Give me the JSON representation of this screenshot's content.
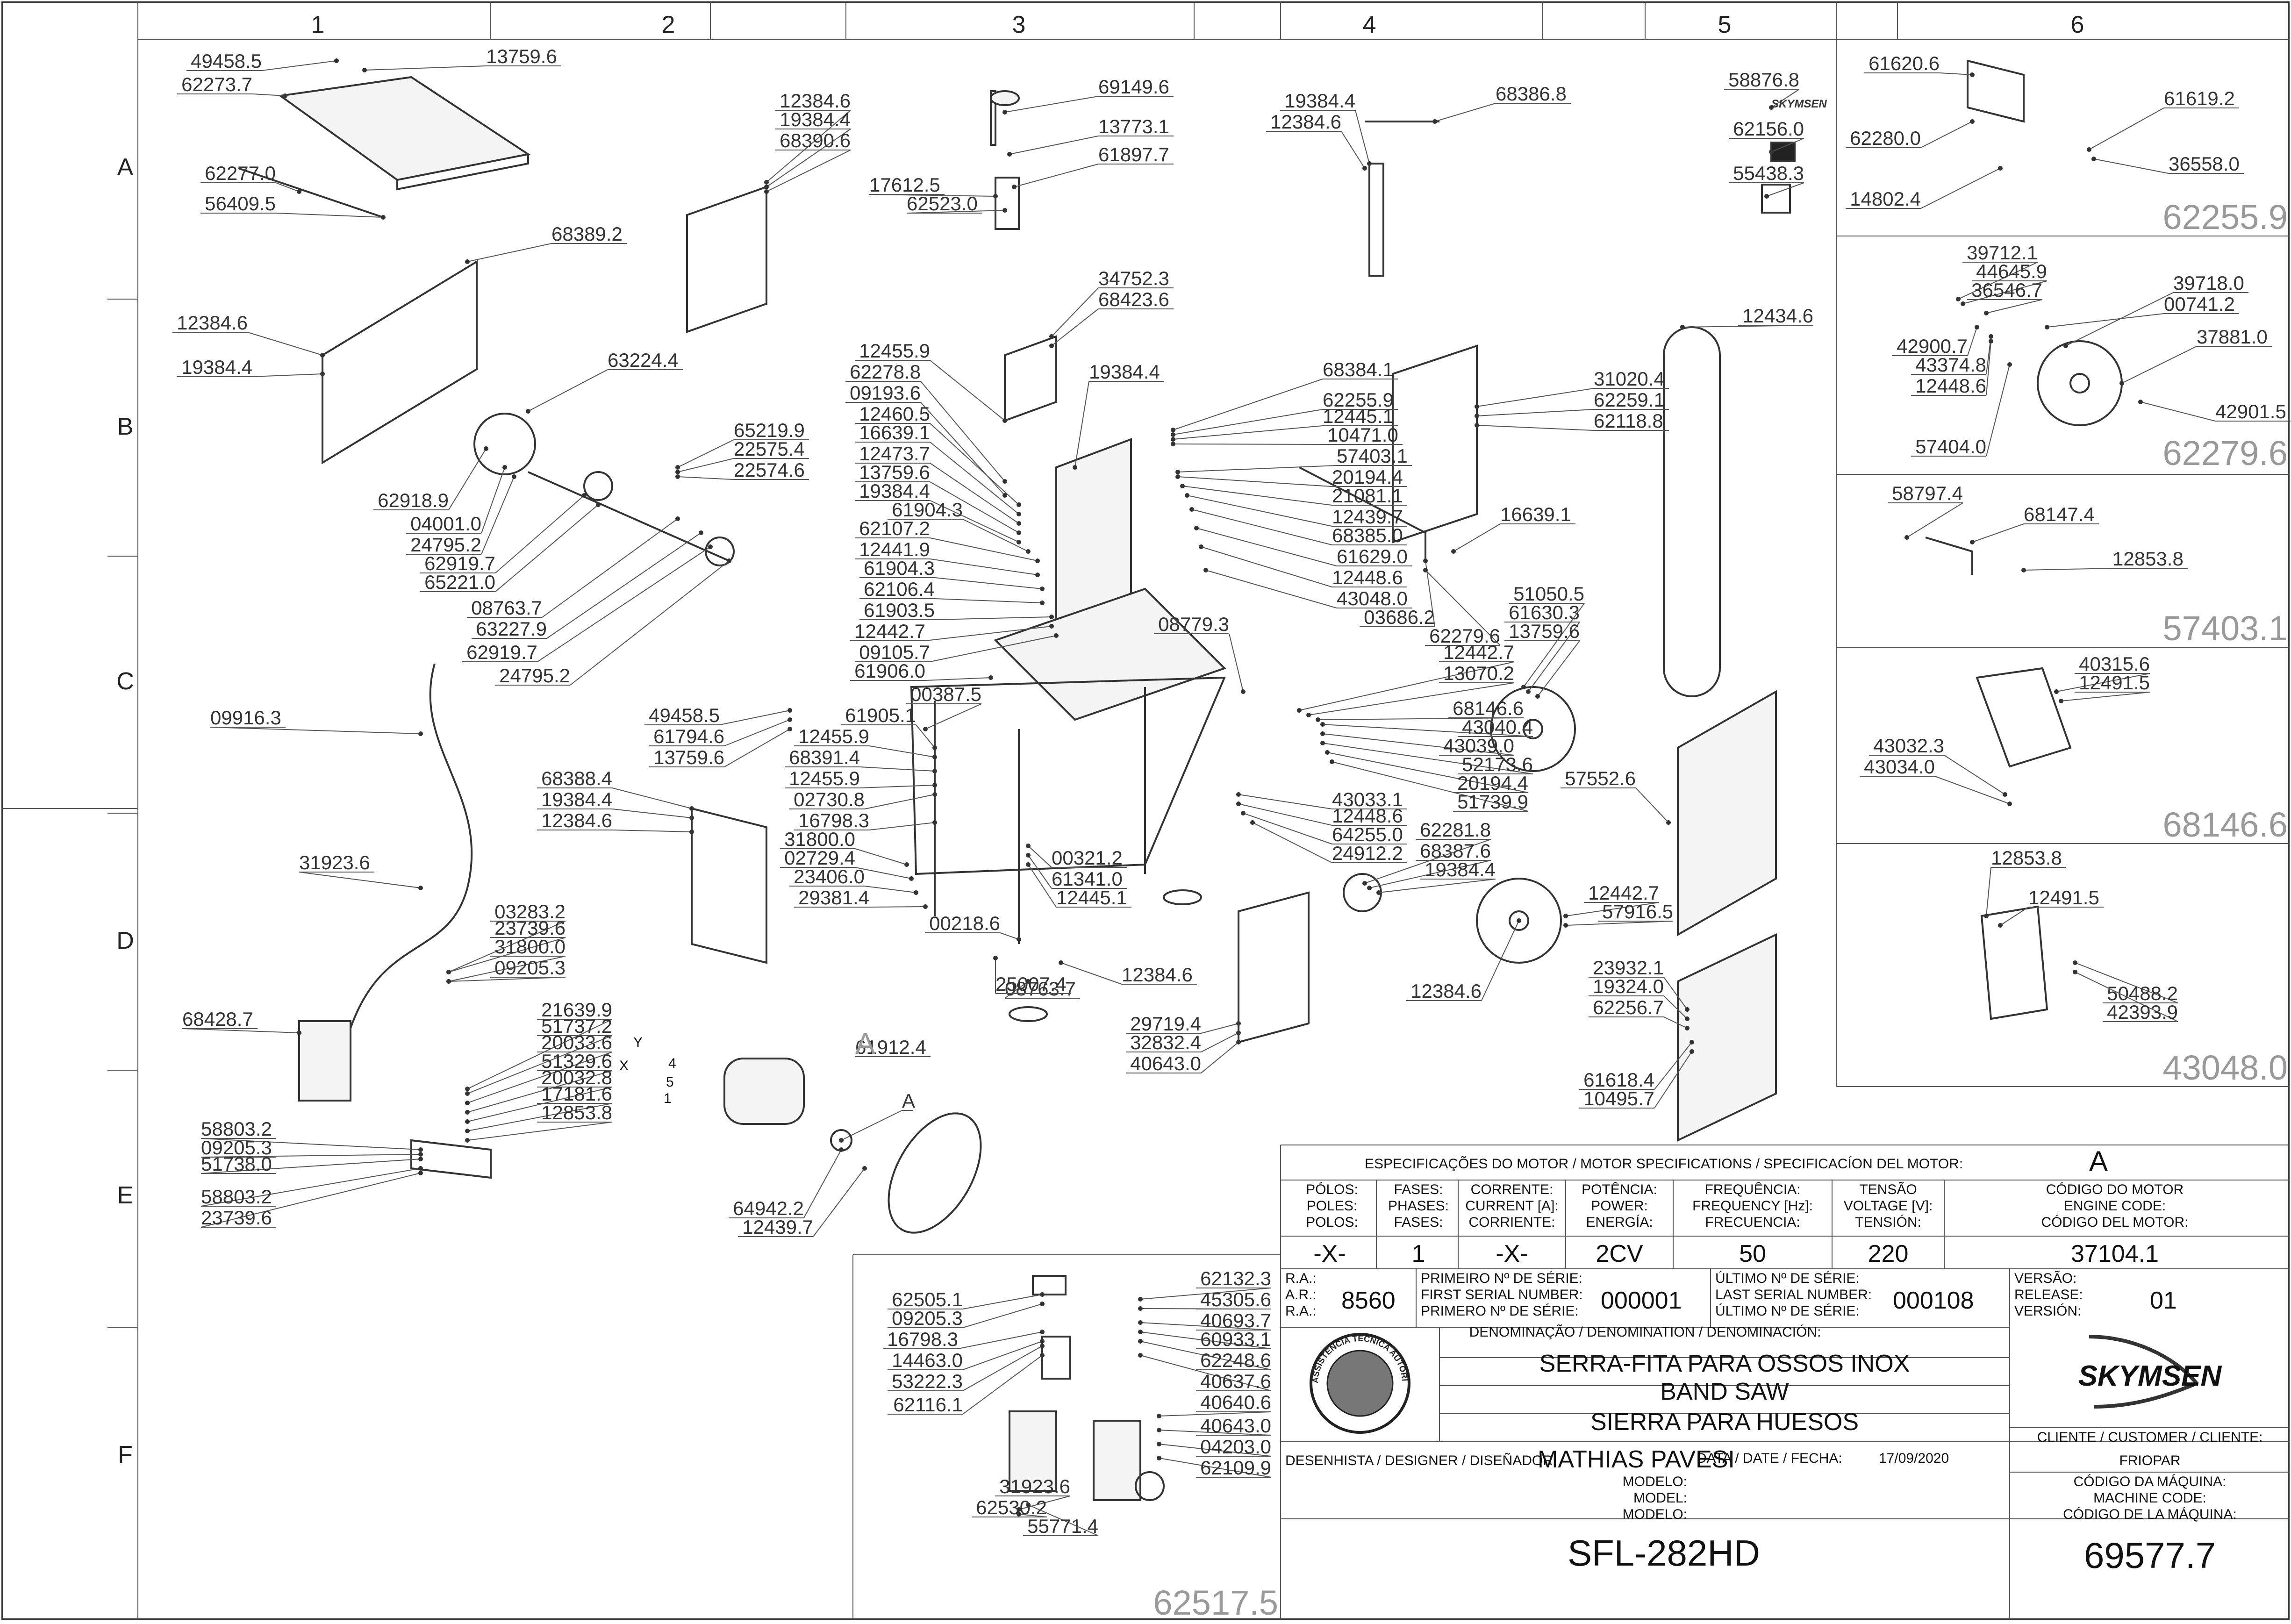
{
  "grid": {
    "cols": [
      "1",
      "2",
      "3",
      "4",
      "5",
      "6"
    ],
    "rows": [
      "A",
      "B",
      "C",
      "D",
      "E",
      "F"
    ]
  },
  "callouts": [
    "49458.5",
    "13759.6",
    "62273.7",
    "62277.0",
    "56409.5",
    "68389.2",
    "12384.6",
    "19384.4",
    "63224.4",
    "65219.9",
    "22575.4",
    "22574.6",
    "62918.9",
    "04001.0",
    "24795.2",
    "62919.7",
    "65221.0",
    "08763.7",
    "63227.9",
    "62919.7",
    "24795.2",
    "09916.3",
    "49458.5",
    "61794.6",
    "13759.6",
    "68388.4",
    "19384.4",
    "12384.6",
    "31923.6",
    "03283.2",
    "23739.6",
    "31800.0",
    "09205.3",
    "68428.7",
    "21639.9",
    "51737.2",
    "20033.6",
    "51329.6",
    "20032.8",
    "17181.6",
    "12853.8",
    "58803.2",
    "09205.3",
    "51738.0",
    "58803.2",
    "23739.6",
    "12384.6",
    "19384.4",
    "68390.6",
    "69149.6",
    "13773.1",
    "61897.7",
    "17612.5",
    "62523.0",
    "34752.3",
    "68423.6",
    "12455.9",
    "62278.8",
    "09193.6",
    "12460.5",
    "16639.1",
    "12473.7",
    "13759.6",
    "19384.4",
    "61904.3",
    "62107.2",
    "12441.9",
    "61904.3",
    "62106.4",
    "61903.5",
    "12442.7",
    "09105.7",
    "61906.0",
    "00387.5",
    "61905.1",
    "12455.9",
    "68391.4",
    "12455.9",
    "02730.8",
    "16798.3",
    "31800.0",
    "02729.4",
    "23406.0",
    "29381.4",
    "00218.6",
    "08763.7",
    "00321.2",
    "61341.0",
    "12445.1",
    "12384.6",
    "19384.4",
    "68384.1",
    "62255.9",
    "12445.1",
    "10471.0",
    "57403.1",
    "20194.4",
    "21081.1",
    "12439.7",
    "68385.0",
    "61629.0",
    "12448.6",
    "43048.0",
    "08779.3",
    "43033.1",
    "12448.6",
    "64255.0",
    "24912.2",
    "25007.4",
    "A",
    "64942.2",
    "12439.7",
    "61912.4",
    "19384.4",
    "12384.6",
    "68386.8",
    "31020.4",
    "62259.1",
    "62118.8",
    "16639.1",
    "03686.2",
    "62279.6",
    "51050.5",
    "61630.3",
    "13759.6",
    "12442.7",
    "13070.2",
    "68146.6",
    "43040.4",
    "43039.0",
    "52173.6",
    "20194.4",
    "51739.9",
    "62281.8",
    "68387.6",
    "19384.4",
    "12384.6",
    "29719.4",
    "32832.4",
    "40643.0",
    "58876.8",
    "62156.0",
    "55438.3",
    "12434.6",
    "57552.6",
    "12442.7",
    "57916.5",
    "23932.1",
    "19324.0",
    "62256.7",
    "61618.4",
    "10495.7",
    "61620.6",
    "61619.2",
    "62280.0",
    "36558.0",
    "14802.4",
    "39712.1",
    "44645.9",
    "39718.0",
    "36546.7",
    "00741.2",
    "37881.0",
    "42900.7",
    "42901.5",
    "43374.8",
    "12448.6",
    "57404.0",
    "58797.4",
    "68147.4",
    "12853.8",
    "40315.6",
    "12491.5",
    "43032.3",
    "43034.0",
    "12853.8",
    "12491.5",
    "50488.2",
    "42393.9",
    "62505.1",
    "09205.3",
    "16798.3",
    "14463.0",
    "53222.3",
    "62116.1",
    "62132.3",
    "45305.6",
    "40693.7",
    "60933.1",
    "62248.6",
    "40637.6",
    "40640.6",
    "40643.0",
    "04203.0",
    "62109.9",
    "31923.6",
    "62530.2",
    "55771.4"
  ],
  "motor_label": "A",
  "wire_labels": [
    "Y",
    "X",
    "4",
    "5",
    "1"
  ],
  "panel_watermarks": [
    "62255.9",
    "62279.6",
    "57403.1",
    "68146.6",
    "43048.0",
    "62517.5"
  ],
  "brand_small": "SKYMSEN",
  "title_block": {
    "spec_header": "ESPECIFICAÇÕES DO MOTOR / MOTOR SPECIFICATIONS / SPECIFICACÍON DEL MOTOR:",
    "motor_code_letter": "A",
    "col_polos": [
      "PÓLOS:",
      "POLES:",
      "POLOS:"
    ],
    "col_fases": [
      "FASES:",
      "PHASES:",
      "FASES:"
    ],
    "col_corrente": [
      "CORRENTE:",
      "CURRENT [A]:",
      "CORRIENTE:"
    ],
    "col_potencia": [
      "POTÊNCIA:",
      "POWER:",
      "ENERGÍA:"
    ],
    "col_frequencia": [
      "FREQUÊNCIA:",
      "FREQUENCY [Hz]:",
      "FRECUENCIA:"
    ],
    "col_tensao": [
      "TENSÃO",
      "VOLTAGE [V]:",
      "TENSIÓN:"
    ],
    "col_codigo": [
      "CÓDIGO DO MOTOR",
      "ENGINE CODE:",
      "CÓDIGO DEL MOTOR:"
    ],
    "val_polos": "-X-",
    "val_fases": "1",
    "val_corrente": "-X-",
    "val_potencia": "2CV",
    "val_frequencia": "50",
    "val_tensao": "220",
    "val_codigo": "37104.1",
    "ra_labels": [
      "R.A.:",
      "A.R.:",
      "R.A.:"
    ],
    "ra_value": "8560",
    "first_serial_labels": [
      "PRIMEIRO Nº DE SÉRIE:",
      "FIRST SERIAL NUMBER:",
      "PRIMERO Nº DE SÉRIE:"
    ],
    "first_serial": "000001",
    "last_serial_labels": [
      "ÚLTIMO Nº DE SÉRIE:",
      "LAST SERIAL NUMBER:",
      "ÚLTIMO Nº DE SÉRIE:"
    ],
    "last_serial": "000108",
    "version_labels": [
      "VERSÃO:",
      "RELEASE:",
      "VERSIÓN:"
    ],
    "version": "01",
    "denomination_header": "DENOMINAÇÃO / DENOMINATION / DENOMINACIÓN:",
    "name_pt": "SERRA-FITA PARA OSSOS INOX",
    "name_en": "BAND SAW",
    "name_es": "SIERRA PARA HUESOS",
    "seal_text": "ASSISTÊNCIA TÉCNICA AUTORIZADA",
    "logo": "SKYMSEN",
    "customer_label": "CLIENTE / CUSTOMER / CLIENTE:",
    "customer": "FRIOPAR",
    "designer_label": "DESENHISTA / DESIGNER / DISEÑADOR:",
    "designer": "MATHIAS PAVESI",
    "date_label": "DATA / DATE / FECHA:",
    "date": "17/09/2020",
    "model_labels": [
      "MODELO:",
      "MODEL:",
      "MODELO:"
    ],
    "model": "SFL-282HD",
    "machine_code_labels": [
      "CÓDIGO DA MÁQUINA:",
      "MACHINE CODE:",
      "CÓDIGO DE LA MÁQUINA:"
    ],
    "machine_code": "69577.7"
  }
}
